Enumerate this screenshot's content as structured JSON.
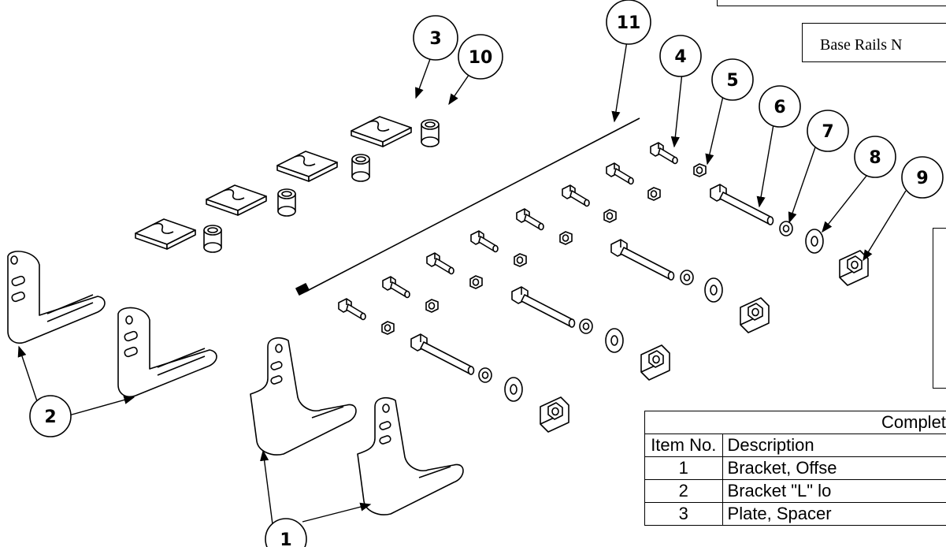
{
  "callouts": [
    "1",
    "2",
    "3",
    "4",
    "5",
    "6",
    "7",
    "8",
    "9",
    "10",
    "11"
  ],
  "note_label": "Base Rails N",
  "table": {
    "title": "Complete",
    "headers": [
      "Item No.",
      "Description"
    ],
    "rows": [
      {
        "item": "1",
        "description": "Bracket, Offse"
      },
      {
        "item": "2",
        "description": "Bracket \"L\" lo"
      },
      {
        "item": "3",
        "description": "Plate, Spacer"
      }
    ]
  }
}
